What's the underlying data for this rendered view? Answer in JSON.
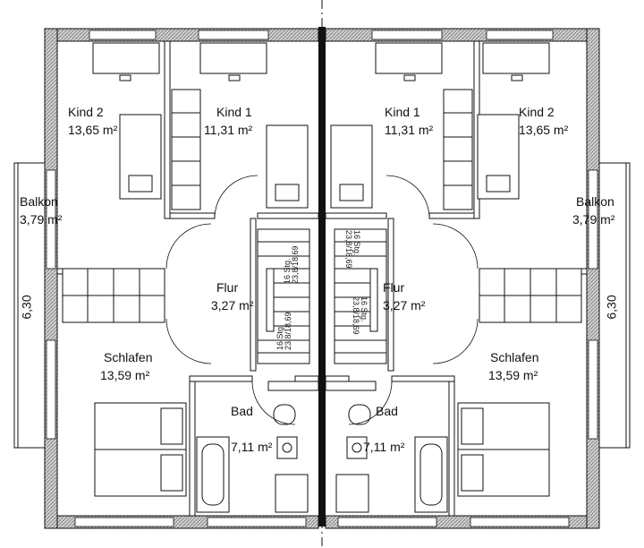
{
  "left": {
    "kind2": {
      "name": "Kind 2",
      "area": "13,65 m²"
    },
    "kind1": {
      "name": "Kind 1",
      "area": "11,31 m²"
    },
    "balkon": {
      "name": "Balkon",
      "area": "3,79 m²"
    },
    "flur": {
      "name": "Flur",
      "area": "3,27 m²"
    },
    "schlafen": {
      "name": "Schlafen",
      "area": "13,59 m²"
    },
    "bad": {
      "name": "Bad",
      "area": "7,11 m²"
    },
    "stair_upper": "16 Stg.\n23,8/18,69",
    "stair_lower": "16 Stg.\n23,8/18,69",
    "dimension": "6,30"
  },
  "right": {
    "kind1": {
      "name": "Kind 1",
      "area": "11,31 m²"
    },
    "kind2": {
      "name": "Kind 2",
      "area": "13,65 m²"
    },
    "balkon": {
      "name": "Balkon",
      "area": "3,79 m²"
    },
    "flur": {
      "name": "Flur",
      "area": "3,27 m²"
    },
    "schlafen": {
      "name": "Schlafen",
      "area": "13,59 m²"
    },
    "bad": {
      "name": "Bad",
      "area": "7,11 m²"
    },
    "stair_upper": "16 Stg.\n23,8/18,69",
    "stair_lower": "16 Stg.\n23,8/18,69",
    "dimension": "6,30"
  },
  "colors": {
    "wall_hatch": "#9a9a9a",
    "line": "#111111"
  }
}
